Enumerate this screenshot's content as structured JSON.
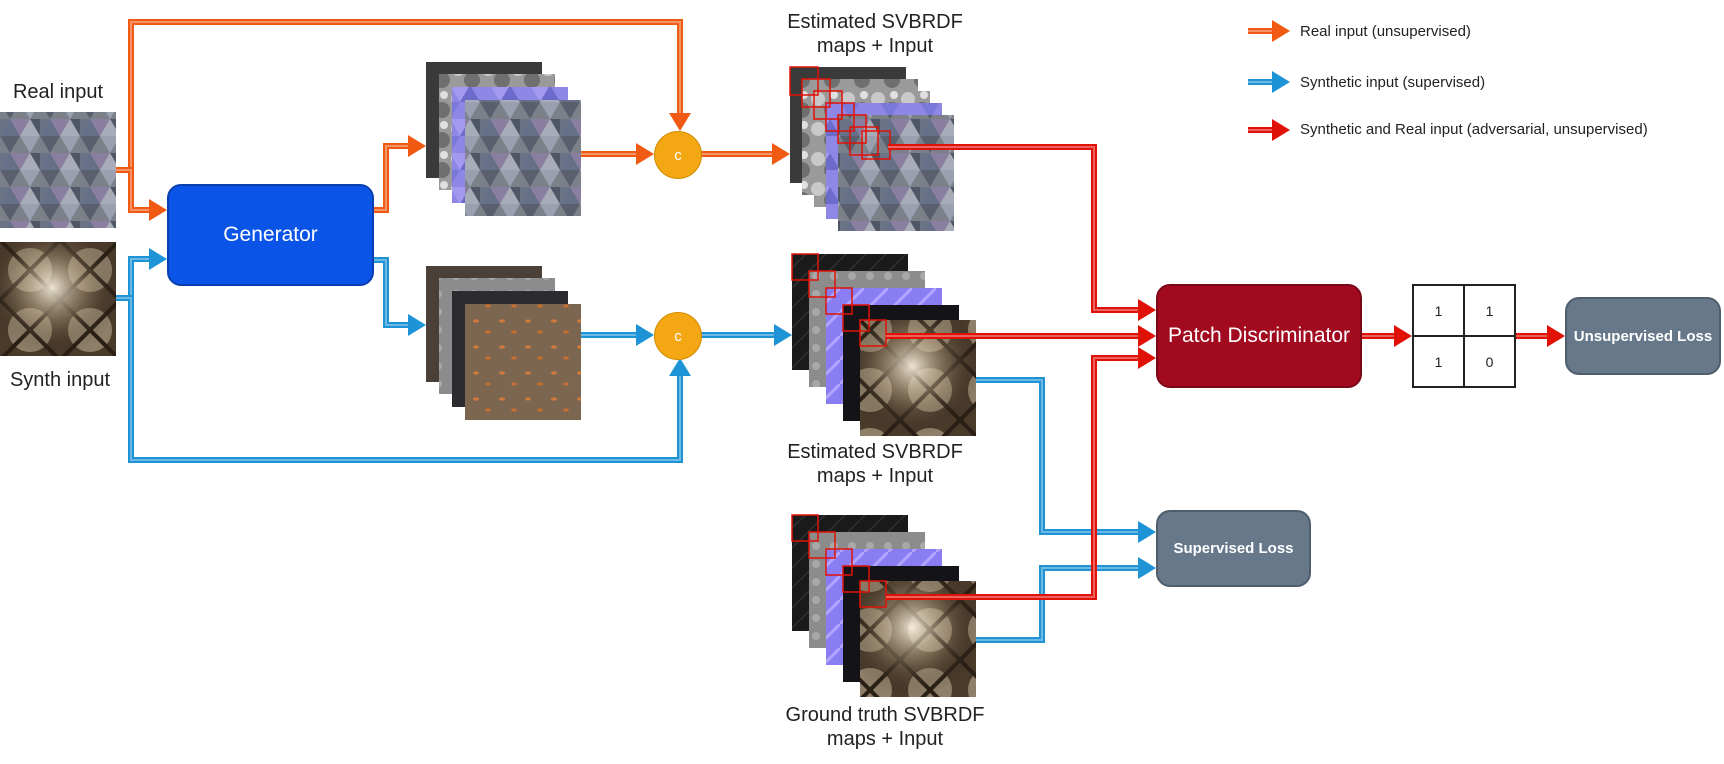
{
  "labels": {
    "real_input": "Real input",
    "synth_input": "Synth input",
    "estimated_top": [
      "Estimated SVBRDF",
      "maps + Input"
    ],
    "estimated_mid": [
      "Estimated SVBRDF",
      "maps + Input"
    ],
    "ground_truth": [
      "Ground truth SVBRDF",
      "maps + Input"
    ]
  },
  "nodes": {
    "generator": "Generator",
    "patch_discriminator": "Patch Discriminator",
    "unsupervised_loss": "Unsupervised Loss",
    "supervised_loss": "Supervised Loss",
    "concat_symbol": "c"
  },
  "output_grid": [
    "1",
    "1",
    "1",
    "0"
  ],
  "legend": [
    {
      "label": "Real input (unsupervised)",
      "color": "#f05a13"
    },
    {
      "label": "Synthetic input (supervised)",
      "color": "#1e93d6"
    },
    {
      "label": "Synthetic and Real input (adversarial, unsupervised)",
      "color": "#e01208"
    }
  ],
  "colors": {
    "real": "#f05a13",
    "synthetic": "#1e93d6",
    "adversarial": "#e01208",
    "generator": "#0a55e8",
    "discriminator": "#a10a1f",
    "loss": "#66788a",
    "concat": "#f3a712"
  }
}
